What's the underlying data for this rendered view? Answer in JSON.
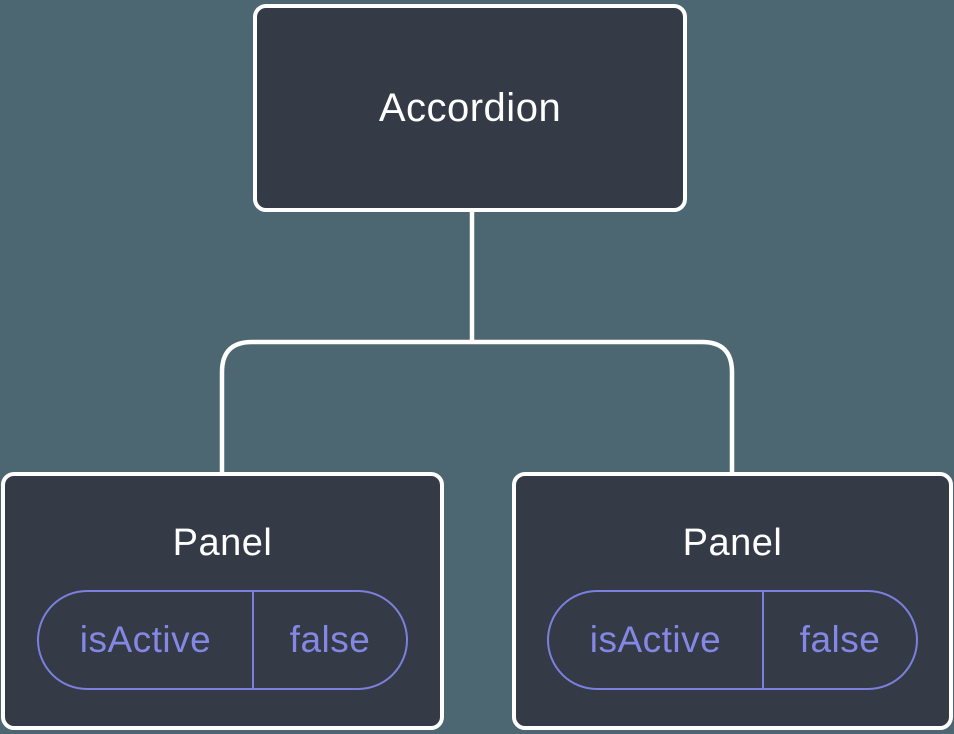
{
  "colors": {
    "background": "#4C6771",
    "node-fill": "#353A47",
    "node-border": "#FFFFFF",
    "connector": "#FFFFFF",
    "accent": "#8488E5",
    "accent-border": "#7B80DD",
    "title": "#FFFFFF"
  },
  "tree": {
    "root": {
      "label": "Accordion"
    },
    "children": [
      {
        "label": "Panel",
        "state": {
          "key": "isActive",
          "value": "false"
        }
      },
      {
        "label": "Panel",
        "state": {
          "key": "isActive",
          "value": "false"
        }
      }
    ]
  }
}
